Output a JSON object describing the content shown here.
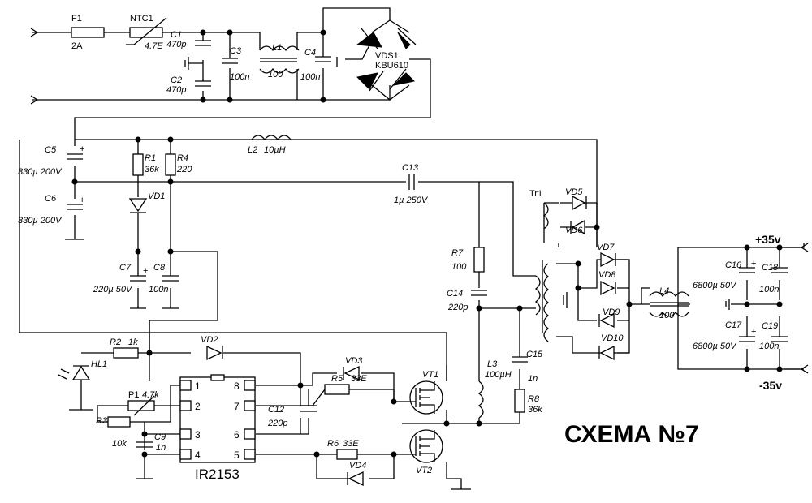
{
  "title": "СХЕМА №7",
  "ic": {
    "label": "IR2153",
    "pins": [
      "1",
      "2",
      "3",
      "4",
      "5",
      "6",
      "7",
      "8"
    ]
  },
  "rails": {
    "positive": "+35v",
    "negative": "-35v"
  },
  "components": {
    "F1": {
      "ref": "F1",
      "value": "2A"
    },
    "NTC1": {
      "ref": "NTC1",
      "value": "4.7E"
    },
    "C1": {
      "ref": "C1",
      "value": "470p"
    },
    "C2": {
      "ref": "C2",
      "value": "470p"
    },
    "C3": {
      "ref": "C3",
      "value": "100n"
    },
    "L1": {
      "ref": "L1",
      "value": "100"
    },
    "C4": {
      "ref": "C4",
      "value": "100n"
    },
    "VDS1": {
      "ref": "VDS1",
      "value": "KBU610"
    },
    "C5": {
      "ref": "C5",
      "value": "330µ 200V"
    },
    "C6": {
      "ref": "C6",
      "value": "330µ 200V"
    },
    "R1": {
      "ref": "R1",
      "value": "36k"
    },
    "R4": {
      "ref": "R4",
      "value": "220"
    },
    "L2": {
      "ref": "L2",
      "value": "10µH"
    },
    "C13": {
      "ref": "C13",
      "value": "1µ 250V"
    },
    "VD1": {
      "ref": "VD1"
    },
    "C7": {
      "ref": "C7",
      "value": "220µ 50V"
    },
    "C8": {
      "ref": "C8",
      "value": "100n"
    },
    "R7": {
      "ref": "R7",
      "value": "100"
    },
    "C14": {
      "ref": "C14",
      "value": "220p"
    },
    "Tr1": {
      "ref": "Tr1"
    },
    "VD5": {
      "ref": "VD5"
    },
    "VD6": {
      "ref": "VD6"
    },
    "VD7": {
      "ref": "VD7"
    },
    "VD8": {
      "ref": "VD8"
    },
    "VD9": {
      "ref": "VD9"
    },
    "VD10": {
      "ref": "VD10"
    },
    "L4": {
      "ref": "L4",
      "value": "100"
    },
    "C16": {
      "ref": "C16",
      "value": "6800µ 50V"
    },
    "C17": {
      "ref": "C17",
      "value": "6800µ 50V"
    },
    "C18": {
      "ref": "C18",
      "value": "100n"
    },
    "C19": {
      "ref": "C19",
      "value": "100n"
    },
    "R2": {
      "ref": "R2",
      "value": "1k"
    },
    "VD2": {
      "ref": "VD2"
    },
    "HL1": {
      "ref": "HL1"
    },
    "P1": {
      "ref": "P1",
      "value": "4.7k"
    },
    "R3": {
      "ref": "R3",
      "value": "10k"
    },
    "C9": {
      "ref": "C9",
      "value": "1n"
    },
    "VD3": {
      "ref": "VD3"
    },
    "R5": {
      "ref": "R5",
      "value": "33E"
    },
    "C12": {
      "ref": "C12",
      "value": "220p"
    },
    "VT1": {
      "ref": "VT1"
    },
    "VT2": {
      "ref": "VT2"
    },
    "R6": {
      "ref": "R6",
      "value": "33E"
    },
    "VD4": {
      "ref": "VD4"
    },
    "L3": {
      "ref": "L3",
      "value": "100µH"
    },
    "C15": {
      "ref": "C15",
      "value": "1n"
    },
    "R8": {
      "ref": "R8",
      "value": "36k"
    }
  }
}
